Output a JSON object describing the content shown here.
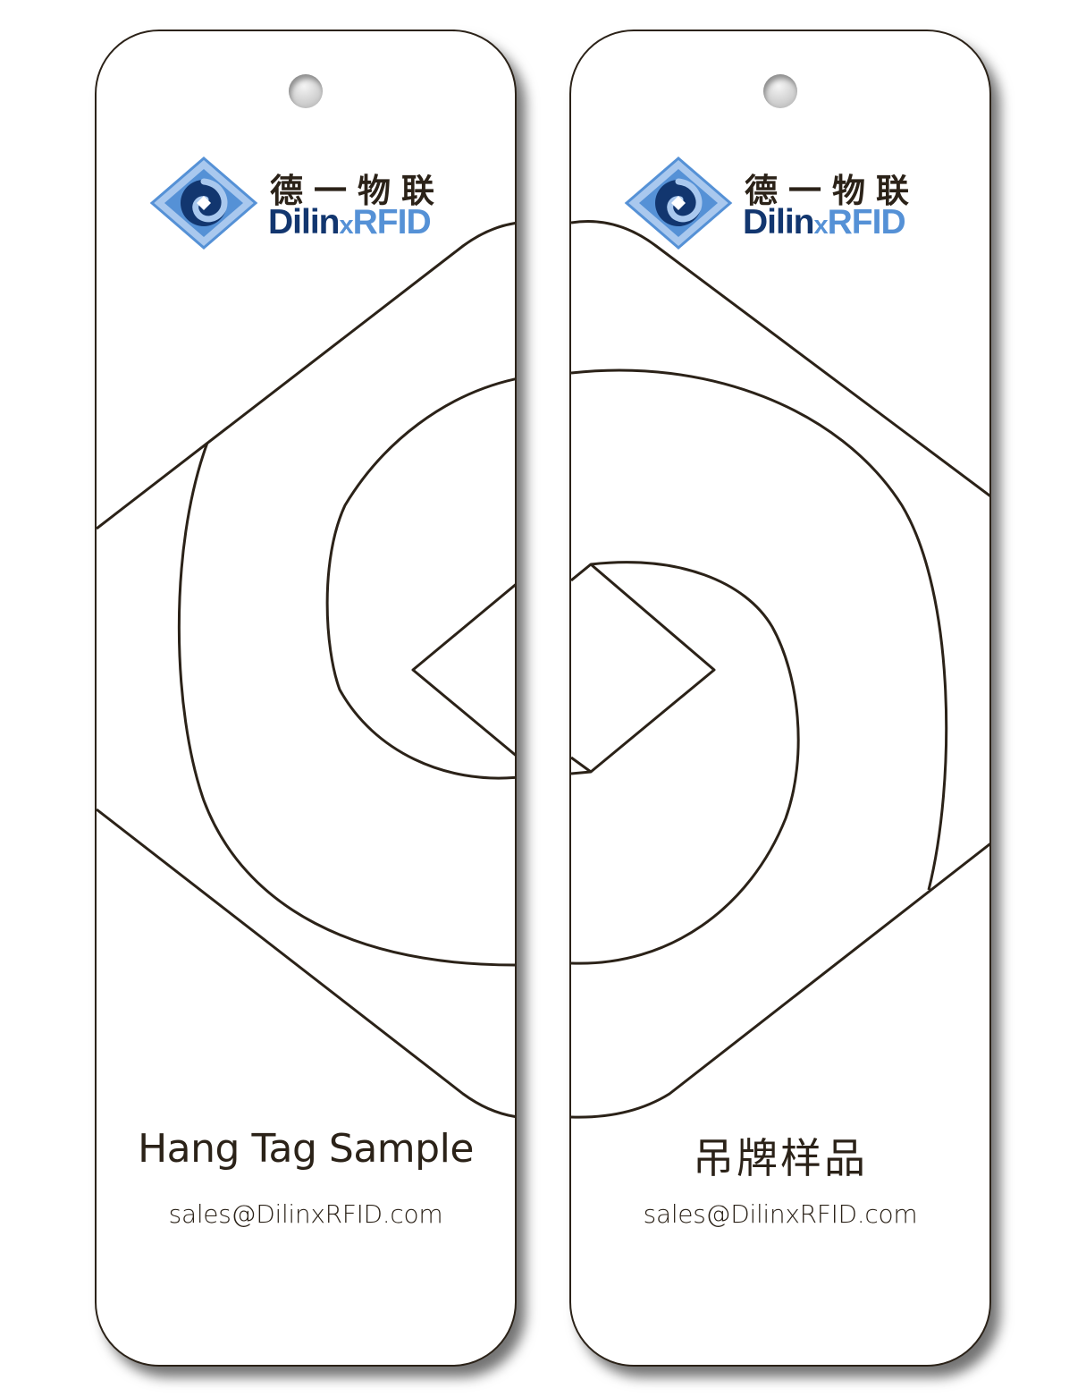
{
  "brand": {
    "name_cn": "德一物联",
    "name_en_part1": "Dilin",
    "name_en_x": "x",
    "name_en_part2": "RFID",
    "colors": {
      "dark_blue": "#12366f",
      "light_blue": "#5591d6",
      "pale_blue": "#a9c8ee",
      "line": "#2b2218"
    }
  },
  "tags": [
    {
      "title": "Hang Tag Sample",
      "email": "sales@DilinxRFID.com"
    },
    {
      "title": "吊牌样品",
      "email": "sales@DilinxRFID.com"
    }
  ]
}
